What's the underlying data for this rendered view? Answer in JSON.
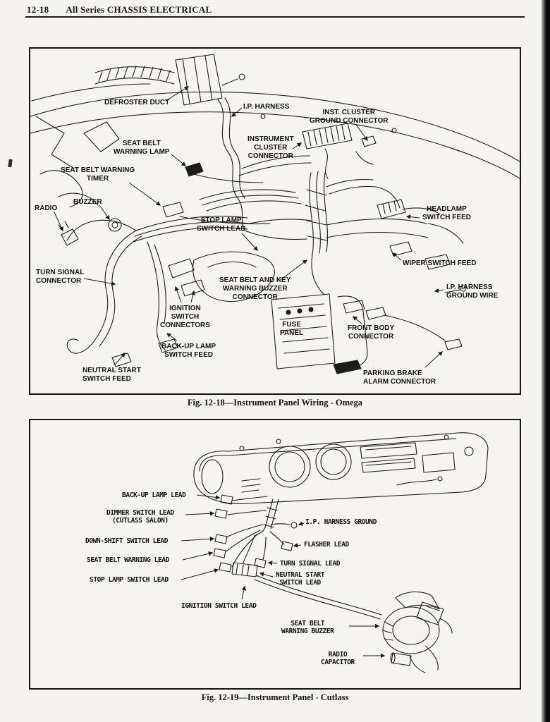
{
  "colors": {
    "paper": "#f4f3ef",
    "ink": "#1a1a1a"
  },
  "page": {
    "section_number": "12-18",
    "section_title": "All Series CHASSIS ELECTRICAL"
  },
  "figure1": {
    "caption": "Fig. 12-18—Instrument Panel Wiring - Omega",
    "labels": [
      {
        "text": "DEFROSTER DUCT"
      },
      {
        "text": "I.P. HARNESS"
      },
      {
        "text": "INST. CLUSTER\nGROUND CONNECTOR"
      },
      {
        "text": "SEAT BELT\nWARNING LAMP"
      },
      {
        "text": "INSTRUMENT\nCLUSTER\nCONNECTOR"
      },
      {
        "text": "SEAT BELT WARNING\nTIMER"
      },
      {
        "text": "BUZZER"
      },
      {
        "text": "RADIO"
      },
      {
        "text": "STOP LAMP\nSWITCH LEAD"
      },
      {
        "text": "HEADLAMP\nSWITCH FEED"
      },
      {
        "text": "TURN SIGNAL\nCONNECTOR"
      },
      {
        "text": "WIPER SWITCH FEED"
      },
      {
        "text": "SEAT BELT AND KEY\nWARNING BUZZER\nCONNECTOR"
      },
      {
        "text": "I.P. HARNESS\nGROUND WIRE"
      },
      {
        "text": "IGNITION\nSWITCH\nCONNECTORS"
      },
      {
        "text": "FUSE\nPANEL"
      },
      {
        "text": "FRONT BODY\nCONNECTOR"
      },
      {
        "text": "BACK-UP LAMP\nSWITCH FEED"
      },
      {
        "text": "NEUTRAL START\nSWITCH FEED"
      },
      {
        "text": "PARKING BRAKE\nALARM CONNECTOR"
      }
    ]
  },
  "figure2": {
    "caption": "Fig. 12-19—Instrument Panel - Cutlass",
    "labels": [
      {
        "text": "BACK-UP LAMP LEAD"
      },
      {
        "text": "DIMMER SWITCH LEAD\n(CUTLASS SALON)"
      },
      {
        "text": "I.P. HARNESS GROUND"
      },
      {
        "text": "DOWN-SHIFT SWITCH LEAD"
      },
      {
        "text": "FLASHER LEAD"
      },
      {
        "text": "SEAT BELT WARNING LEAD"
      },
      {
        "text": "TURN SIGNAL LEAD"
      },
      {
        "text": "STOP LAMP SWITCH LEAD"
      },
      {
        "text": "NEUTRAL START\nSWITCH LEAD"
      },
      {
        "text": "IGNITION SWITCH LEAD"
      },
      {
        "text": "SEAT BELT\nWARNING BUZZER"
      },
      {
        "text": "RADIO\nCAPACITOR"
      }
    ]
  }
}
